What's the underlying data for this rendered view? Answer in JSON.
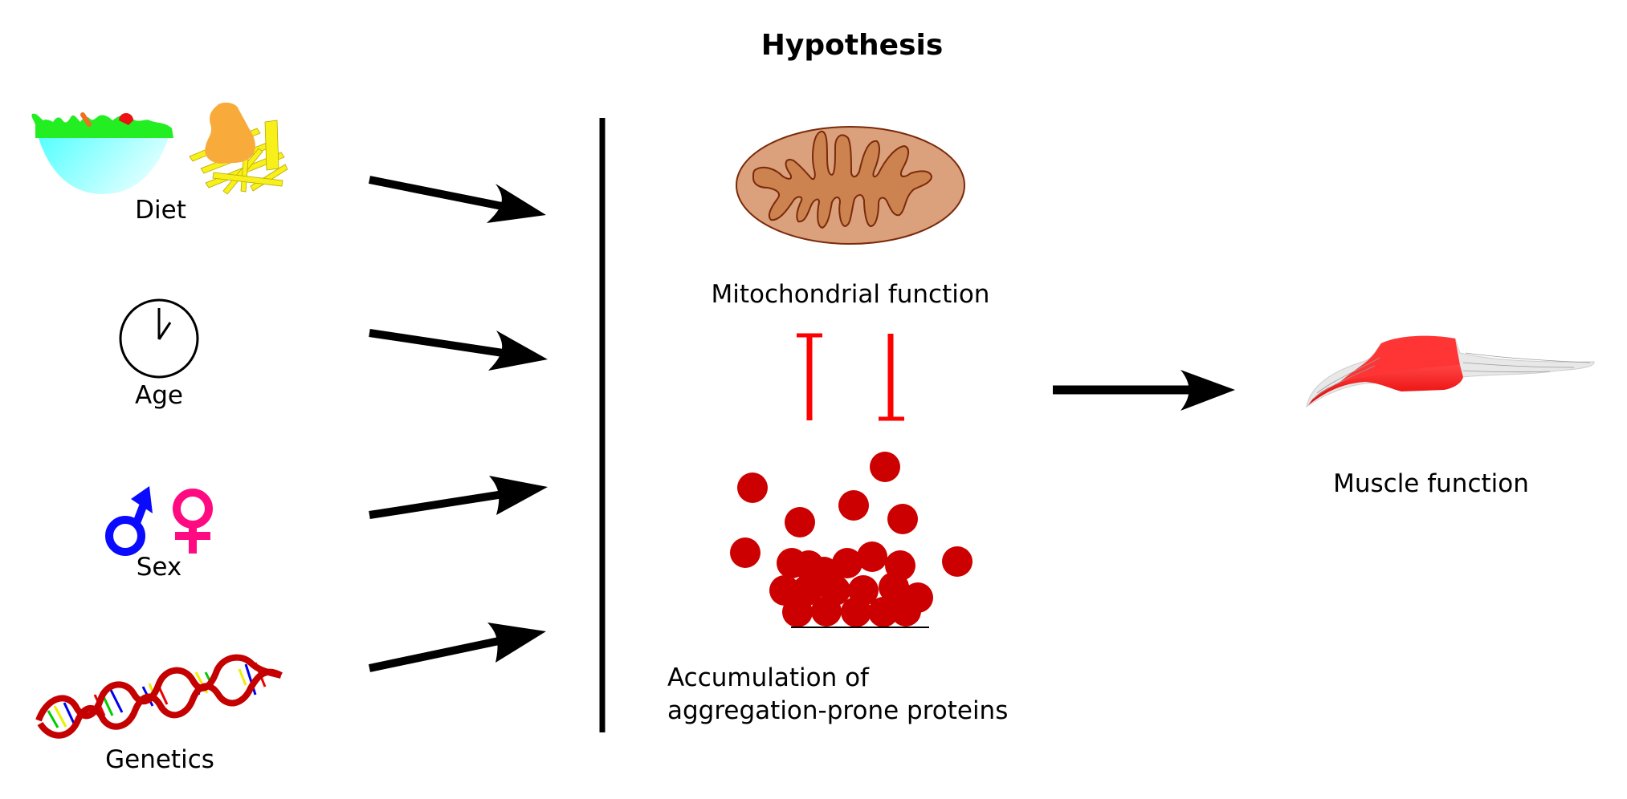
{
  "title": "Hypothesis",
  "factors": [
    {
      "id": "diet",
      "label": "Diet",
      "icon": "salad-and-fries-icon"
    },
    {
      "id": "age",
      "label": "Age",
      "icon": "clock-icon"
    },
    {
      "id": "sex",
      "label": "Sex",
      "icon": "male-female-symbols-icon"
    },
    {
      "id": "genetics",
      "label": "Genetics",
      "icon": "dna-helix-icon"
    }
  ],
  "mechanisms": {
    "mitochondria": {
      "label": "Mitochondrial function",
      "icon": "mitochondrion-icon"
    },
    "aggregation": {
      "label_line1": "Accumulation of",
      "label_line2": "aggregation-prone proteins",
      "icon": "protein-aggregate-icon"
    },
    "relation": "mutual inhibition"
  },
  "outcome": {
    "label": "Muscle function",
    "icon": "muscle-icon"
  },
  "colors": {
    "arrow": "#000000",
    "inhibition": "#ff0000",
    "protein": "#cc0000",
    "mito_outer": "#dba07c",
    "mito_inner": "#cd8350",
    "mito_stroke": "#7a2a0a",
    "male": "#0a0aff",
    "female": "#ff0a80",
    "dna_strand": "#c40000",
    "muscle": "#ff2a2a"
  }
}
